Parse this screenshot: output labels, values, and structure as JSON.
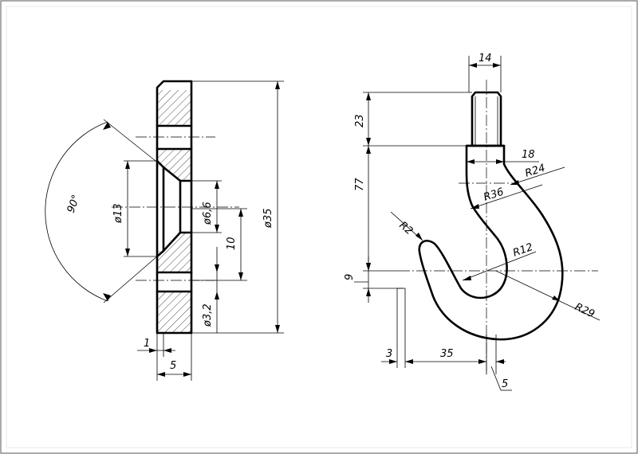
{
  "drawing": {
    "washer": {
      "angle_label": "90°",
      "dia_13": "ø13",
      "dia_6_6": "ø6,6",
      "dia_35": "ø35",
      "dim_10": "10",
      "dia_3_2": "ø3,2",
      "dim_1": "1",
      "dim_5": "5"
    },
    "hook": {
      "dim_14": "14",
      "dim_23": "23",
      "dim_77": "77",
      "dim_18": "18",
      "r24": "R24",
      "r36": "R36",
      "r2": "R2",
      "r12": "R12",
      "dim_9": "9",
      "r29": "R29",
      "dim_3": "3",
      "dim_35": "35",
      "dim_5": "5"
    }
  }
}
